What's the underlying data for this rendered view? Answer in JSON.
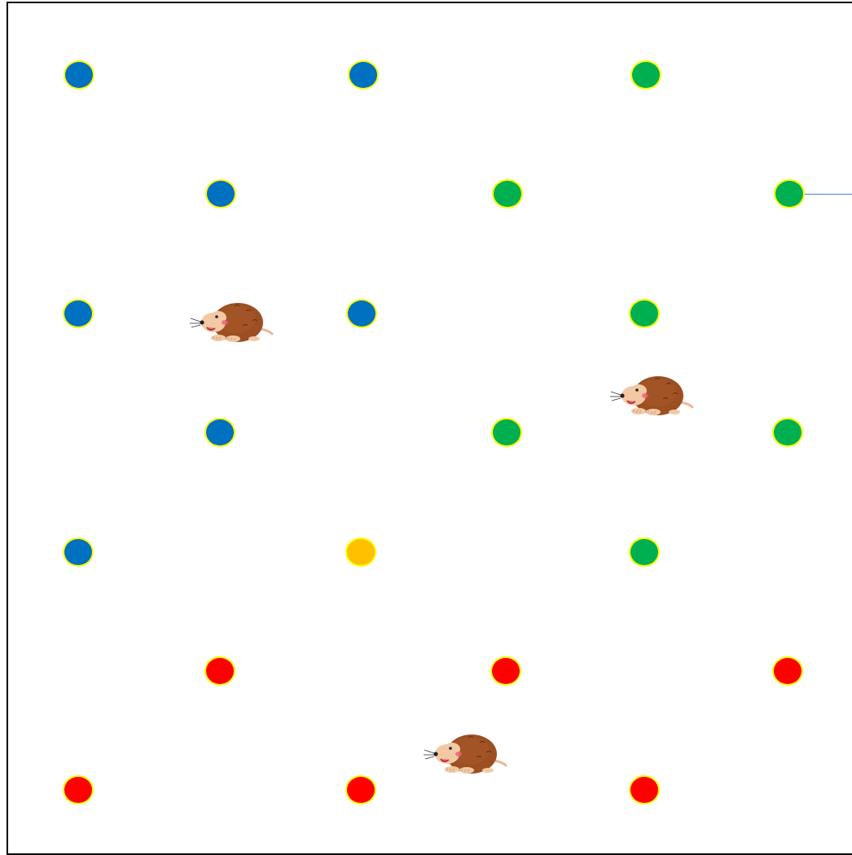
{
  "colors": {
    "blue": "#0070c0",
    "green": "#00b050",
    "red": "#ff0000",
    "orange": "#ffc000",
    "hole_border": "#ffff00",
    "frame": "#000000",
    "connector": "#4a7bd8"
  },
  "holes": [
    {
      "color": "blue"
    },
    {
      "color": "blue"
    },
    {
      "color": "green"
    },
    {
      "color": "blue"
    },
    {
      "color": "green"
    },
    {
      "color": "green"
    },
    {
      "color": "blue"
    },
    {
      "color": "blue"
    },
    {
      "color": "green"
    },
    {
      "color": "blue"
    },
    {
      "color": "green"
    },
    {
      "color": "green"
    },
    {
      "color": "blue"
    },
    {
      "color": "orange"
    },
    {
      "color": "green"
    },
    {
      "color": "red"
    },
    {
      "color": "red"
    },
    {
      "color": "red"
    },
    {
      "color": "red"
    },
    {
      "color": "red"
    },
    {
      "color": "red"
    }
  ],
  "moles": [
    {
      "icon": "mole-icon"
    },
    {
      "icon": "mole-icon"
    },
    {
      "icon": "mole-icon"
    }
  ]
}
